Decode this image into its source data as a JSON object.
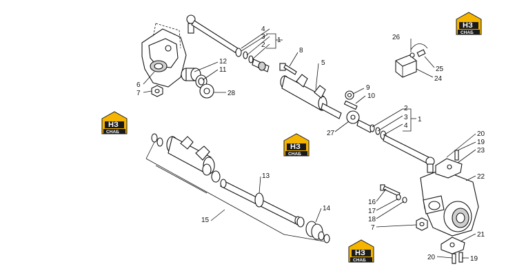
{
  "logos": [
    {
      "id": "logo-top-right",
      "text": "СНАБ",
      "mark": "НЗ"
    },
    {
      "id": "logo-left",
      "text": "СНАБ",
      "mark": "НЗ"
    },
    {
      "id": "logo-center",
      "text": "СНАБ",
      "mark": "НЗ"
    },
    {
      "id": "logo-bottom",
      "text": "СНАБ",
      "mark": "НЗ"
    }
  ],
  "labels": {
    "l1a": "1",
    "l2a": "2",
    "l3a": "3",
    "l4a": "4",
    "l5": "5",
    "l6": "6",
    "l7a": "7",
    "l8": "8",
    "l9": "9",
    "l10": "10",
    "l11": "11",
    "l12": "12",
    "l13": "13",
    "l14": "14",
    "l15": "15",
    "l16": "16",
    "l17": "17",
    "l18": "18",
    "l7b": "7",
    "l19a": "19",
    "l19b": "19",
    "l20a": "20",
    "l20b": "20",
    "l21": "21",
    "l22": "22",
    "l23": "23",
    "l24": "24",
    "l25": "25",
    "l26": "26",
    "l27": "27",
    "l28": "28",
    "l1b": "1",
    "l2b": "2",
    "l3b": "3",
    "l4b": "4"
  },
  "colors": {
    "logo_fill": "#f5b400",
    "logo_dark": "#1a1a1a",
    "line": "#111111"
  }
}
